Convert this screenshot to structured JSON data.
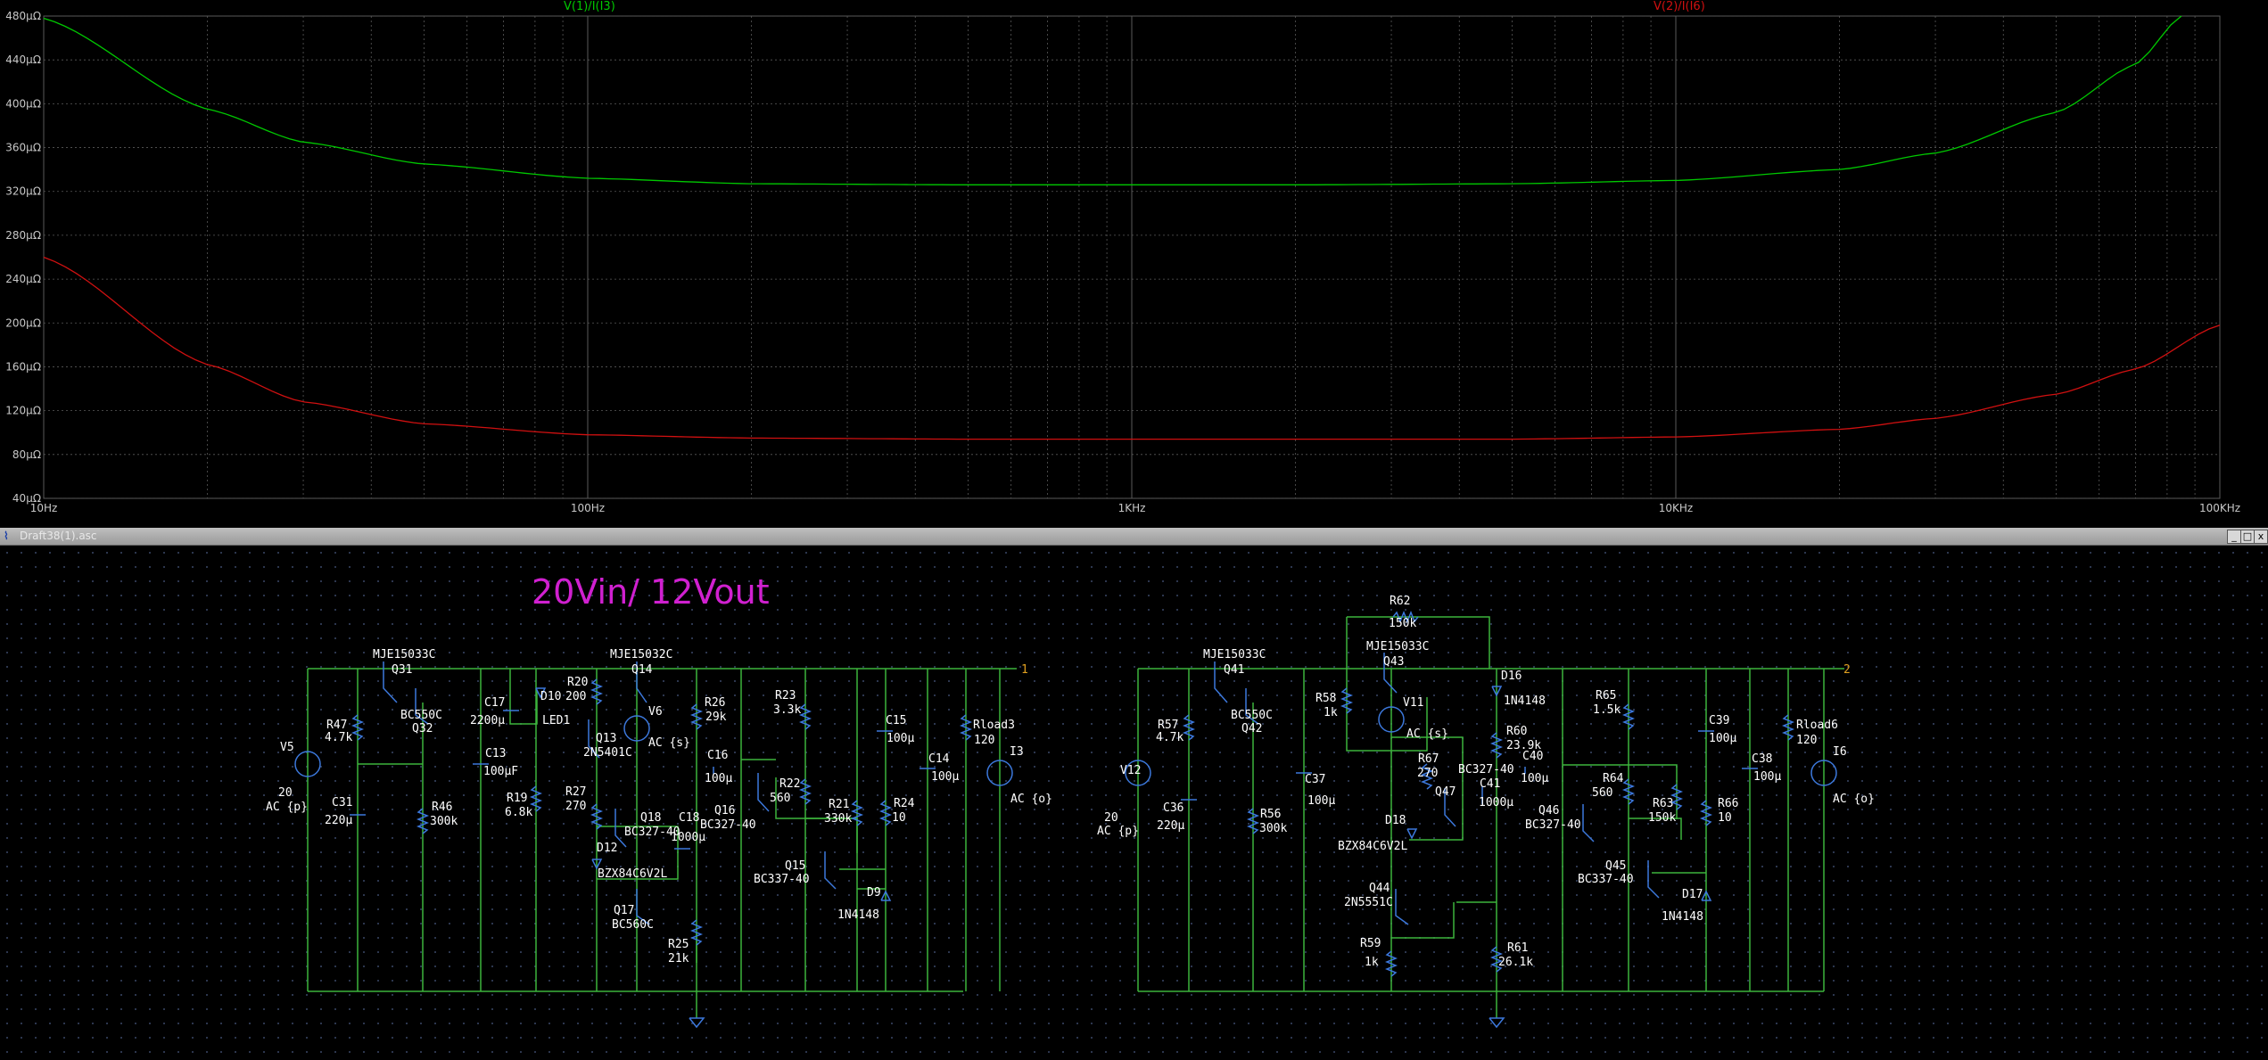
{
  "plot": {
    "trace1_title": "V(1)/I(I3)",
    "trace2_title": "V(2)/I(I6)",
    "y_ticks": [
      "480µΩ",
      "440µΩ",
      "400µΩ",
      "360µΩ",
      "320µΩ",
      "280µΩ",
      "240µΩ",
      "200µΩ",
      "160µΩ",
      "120µΩ",
      "80µΩ",
      "40µΩ"
    ],
    "x_ticks": [
      "10Hz",
      "100Hz",
      "1KHz",
      "10KHz",
      "100KHz"
    ],
    "colors": {
      "trace1": "#00c800",
      "trace2": "#d01010",
      "grid": "#5a5a5a",
      "axis_text": "#c8c8c8"
    }
  },
  "chart_data": {
    "type": "line",
    "x_scale": "log",
    "xlim": [
      10,
      100000
    ],
    "ylim": [
      40,
      480
    ],
    "ylabel_unit": "µΩ",
    "grid": true,
    "series": [
      {
        "name": "V(1)/I(I3)",
        "color": "#00c800",
        "x": [
          10,
          20,
          30,
          50,
          100,
          200,
          500,
          1000,
          2000,
          5000,
          10000,
          20000,
          30000,
          50000,
          70000,
          85000
        ],
        "y": [
          478,
          395,
          365,
          345,
          332,
          327,
          326,
          326,
          326,
          327,
          330,
          340,
          355,
          392,
          436,
          480
        ]
      },
      {
        "name": "V(2)/I(I6)",
        "color": "#d01010",
        "x": [
          10,
          20,
          30,
          50,
          100,
          200,
          500,
          1000,
          2000,
          5000,
          10000,
          20000,
          30000,
          50000,
          70000,
          100000
        ],
        "y": [
          260,
          162,
          128,
          108,
          98,
          95,
          94,
          94,
          94,
          94,
          96,
          103,
          113,
          135,
          158,
          198
        ]
      }
    ]
  },
  "window": {
    "title": "Draft38(1).asc",
    "min_btn": "_",
    "max_btn": "□",
    "close_btn": "x"
  },
  "schematic": {
    "heading": "20Vin/ 12Vout",
    "heading_color": "#d020d0",
    "wire_color": "#3cb43c",
    "component_color": "#3c78dc",
    "labels": [
      {
        "id": "mje15033c-1",
        "text": "MJE15033C"
      },
      {
        "id": "q31",
        "text": "Q31"
      },
      {
        "id": "bc550c-1",
        "text": "BC550C"
      },
      {
        "id": "q32",
        "text": "Q32"
      },
      {
        "id": "r47",
        "text": "R47"
      },
      {
        "id": "r47v",
        "text": "4.7k"
      },
      {
        "id": "v5",
        "text": "V5"
      },
      {
        "id": "v5v",
        "text": "20"
      },
      {
        "id": "v5ac",
        "text": "AC {p}"
      },
      {
        "id": "c31",
        "text": "C31"
      },
      {
        "id": "c31v",
        "text": "220µ"
      },
      {
        "id": "r46",
        "text": "R46"
      },
      {
        "id": "r46v",
        "text": "300k"
      },
      {
        "id": "c17",
        "text": "C17"
      },
      {
        "id": "c17v",
        "text": "2200µ"
      },
      {
        "id": "c13",
        "text": "C13"
      },
      {
        "id": "c13v",
        "text": "100µF"
      },
      {
        "id": "d10",
        "text": "D10"
      },
      {
        "id": "led1",
        "text": "LED1"
      },
      {
        "id": "r20",
        "text": "R20"
      },
      {
        "id": "r20v",
        "text": "200"
      },
      {
        "id": "mje15032c",
        "text": "MJE15032C"
      },
      {
        "id": "q14",
        "text": "Q14"
      },
      {
        "id": "v6",
        "text": "V6"
      },
      {
        "id": "v6ac",
        "text": "AC {s}"
      },
      {
        "id": "q13",
        "text": "Q13"
      },
      {
        "id": "q13t",
        "text": "2N5401C"
      },
      {
        "id": "r19",
        "text": "R19"
      },
      {
        "id": "r19v",
        "text": "6.8k"
      },
      {
        "id": "r27",
        "text": "R27"
      },
      {
        "id": "r27v",
        "text": "270"
      },
      {
        "id": "q18",
        "text": "Q18"
      },
      {
        "id": "q18t",
        "text": "BC327-40"
      },
      {
        "id": "c18",
        "text": "C18"
      },
      {
        "id": "c18v",
        "text": "1000µ"
      },
      {
        "id": "d12",
        "text": "D12"
      },
      {
        "id": "d12t",
        "text": "BZX84C6V2L"
      },
      {
        "id": "q17",
        "text": "Q17"
      },
      {
        "id": "q17t",
        "text": "BC560C"
      },
      {
        "id": "r25",
        "text": "R25"
      },
      {
        "id": "r25v",
        "text": "21k"
      },
      {
        "id": "r26",
        "text": "R26"
      },
      {
        "id": "r26v",
        "text": "29k"
      },
      {
        "id": "c16",
        "text": "C16"
      },
      {
        "id": "c16v",
        "text": "100µ"
      },
      {
        "id": "q16",
        "text": "Q16"
      },
      {
        "id": "q16t",
        "text": "BC327-40"
      },
      {
        "id": "r23",
        "text": "R23"
      },
      {
        "id": "r23v",
        "text": "3.3k"
      },
      {
        "id": "r22",
        "text": "R22"
      },
      {
        "id": "r22v",
        "text": "560"
      },
      {
        "id": "r21",
        "text": "R21"
      },
      {
        "id": "r21v",
        "text": "330k"
      },
      {
        "id": "q15",
        "text": "Q15"
      },
      {
        "id": "q15t",
        "text": "BC337-40"
      },
      {
        "id": "c15",
        "text": "C15"
      },
      {
        "id": "c15v",
        "text": "100µ"
      },
      {
        "id": "r24",
        "text": "R24"
      },
      {
        "id": "r24v",
        "text": "10"
      },
      {
        "id": "d9",
        "text": "D9"
      },
      {
        "id": "d9t",
        "text": "1N4148"
      },
      {
        "id": "c14",
        "text": "C14"
      },
      {
        "id": "c14v",
        "text": "100µ"
      },
      {
        "id": "rload3",
        "text": "Rload3"
      },
      {
        "id": "rload3v",
        "text": "120"
      },
      {
        "id": "i3",
        "text": "I3"
      },
      {
        "id": "i3ac",
        "text": "AC {o}"
      },
      {
        "id": "mje15033c-2",
        "text": "MJE15033C"
      },
      {
        "id": "q41",
        "text": "Q41"
      },
      {
        "id": "bc550c-2",
        "text": "BC550C"
      },
      {
        "id": "q42",
        "text": "Q42"
      },
      {
        "id": "r57",
        "text": "R57"
      },
      {
        "id": "r57v",
        "text": "4.7k"
      },
      {
        "id": "v12",
        "text": "V12"
      },
      {
        "id": "v12v",
        "text": "20"
      },
      {
        "id": "v12ac",
        "text": "AC {p}"
      },
      {
        "id": "c36",
        "text": "C36"
      },
      {
        "id": "c36v",
        "text": "220µ"
      },
      {
        "id": "r56",
        "text": "R56"
      },
      {
        "id": "r56v",
        "text": "300k"
      },
      {
        "id": "c37",
        "text": "C37"
      },
      {
        "id": "c37v",
        "text": "100µ"
      },
      {
        "id": "r62",
        "text": "R62"
      },
      {
        "id": "r62v",
        "text": "150k"
      },
      {
        "id": "mje15033c-3",
        "text": "MJE15033C"
      },
      {
        "id": "q43",
        "text": "Q43"
      },
      {
        "id": "r58",
        "text": "R58"
      },
      {
        "id": "r58v",
        "text": "1k"
      },
      {
        "id": "v11",
        "text": "V11"
      },
      {
        "id": "v11ac",
        "text": "AC {s}"
      },
      {
        "id": "r67",
        "text": "R67"
      },
      {
        "id": "r67v",
        "text": "270"
      },
      {
        "id": "q47",
        "text": "Q47"
      },
      {
        "id": "q47t",
        "text": "BC327-40"
      },
      {
        "id": "c41",
        "text": "C41"
      },
      {
        "id": "c41v",
        "text": "1000µ"
      },
      {
        "id": "d18",
        "text": "D18"
      },
      {
        "id": "d18t",
        "text": "BZX84C6V2L"
      },
      {
        "id": "q44",
        "text": "Q44"
      },
      {
        "id": "q44t",
        "text": "2N5551C"
      },
      {
        "id": "r59",
        "text": "R59"
      },
      {
        "id": "r59v",
        "text": "1k"
      },
      {
        "id": "d16",
        "text": "D16"
      },
      {
        "id": "d16t",
        "text": "1N4148"
      },
      {
        "id": "r60",
        "text": "R60"
      },
      {
        "id": "r60v",
        "text": "23.9k"
      },
      {
        "id": "c40",
        "text": "C40"
      },
      {
        "id": "c40v",
        "text": "100µ"
      },
      {
        "id": "r61",
        "text": "R61"
      },
      {
        "id": "r61v",
        "text": "26.1k"
      },
      {
        "id": "r65",
        "text": "R65"
      },
      {
        "id": "r65v",
        "text": "1.5k"
      },
      {
        "id": "q46",
        "text": "Q46"
      },
      {
        "id": "q46t",
        "text": "BC327-40"
      },
      {
        "id": "r64",
        "text": "R64"
      },
      {
        "id": "r64v",
        "text": "560"
      },
      {
        "id": "r63",
        "text": "R63"
      },
      {
        "id": "r63v",
        "text": "150k"
      },
      {
        "id": "q45",
        "text": "Q45"
      },
      {
        "id": "q45t",
        "text": "BC337-40"
      },
      {
        "id": "c39",
        "text": "C39"
      },
      {
        "id": "c39v",
        "text": "100µ"
      },
      {
        "id": "r66",
        "text": "R66"
      },
      {
        "id": "r66v",
        "text": "10"
      },
      {
        "id": "d17",
        "text": "D17"
      },
      {
        "id": "d17t",
        "text": "1N4148"
      },
      {
        "id": "c38",
        "text": "C38"
      },
      {
        "id": "c38v",
        "text": "100µ"
      },
      {
        "id": "rload6",
        "text": "Rload6"
      },
      {
        "id": "rload6v",
        "text": "120"
      },
      {
        "id": "i6",
        "text": "I6"
      },
      {
        "id": "i6ac",
        "text": "AC {o}"
      }
    ],
    "net_labels": [
      {
        "id": "net1",
        "text": "1"
      },
      {
        "id": "net2",
        "text": "2"
      }
    ]
  }
}
